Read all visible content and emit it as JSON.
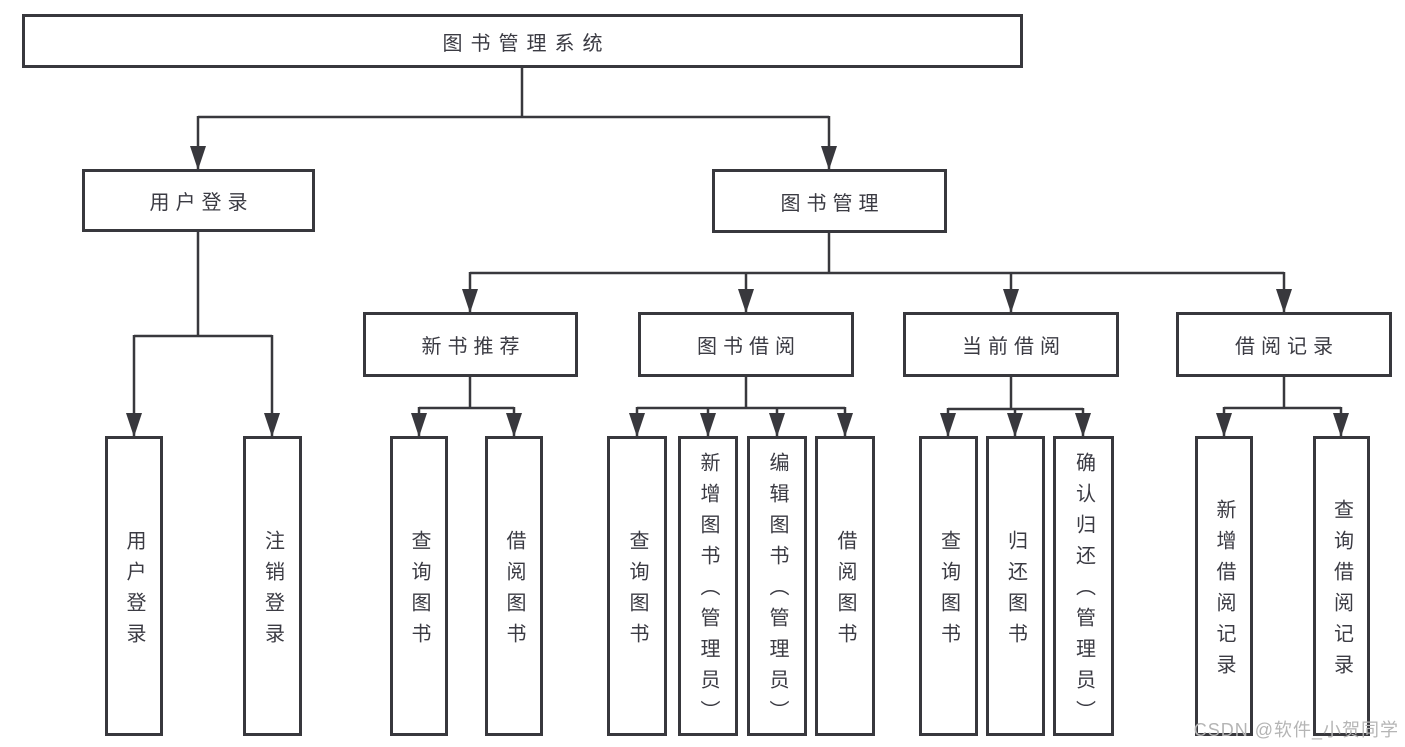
{
  "diagram_type": "hierarchy-tree",
  "colors": {
    "line": "#38383d",
    "box_border": "#38383d",
    "text": "#3b3b43",
    "background": "#ffffff",
    "watermark_text": "#b5b5b5"
  },
  "structure": {
    "label": "图书管理系统",
    "children": [
      {
        "label": "用户登录",
        "children": [
          {
            "label": "用户登录"
          },
          {
            "label": "注销登录"
          }
        ]
      },
      {
        "label": "图书管理",
        "children": [
          {
            "label": "新书推荐",
            "children": [
              {
                "label": "查询图书"
              },
              {
                "label": "借阅图书"
              }
            ]
          },
          {
            "label": "图书借阅",
            "children": [
              {
                "label": "查询图书"
              },
              {
                "label": "新增图书（管理员）"
              },
              {
                "label": "编辑图书（管理员）"
              },
              {
                "label": "借阅图书"
              }
            ]
          },
          {
            "label": "当前借阅",
            "children": [
              {
                "label": "查询图书"
              },
              {
                "label": "归还图书"
              },
              {
                "label": "确认归还（管理员）"
              }
            ]
          },
          {
            "label": "借阅记录",
            "children": [
              {
                "label": "新增借阅记录"
              },
              {
                "label": "查询借阅记录"
              }
            ]
          }
        ]
      }
    ]
  },
  "watermark": {
    "text": "CSDN @软件_小贺同学"
  }
}
